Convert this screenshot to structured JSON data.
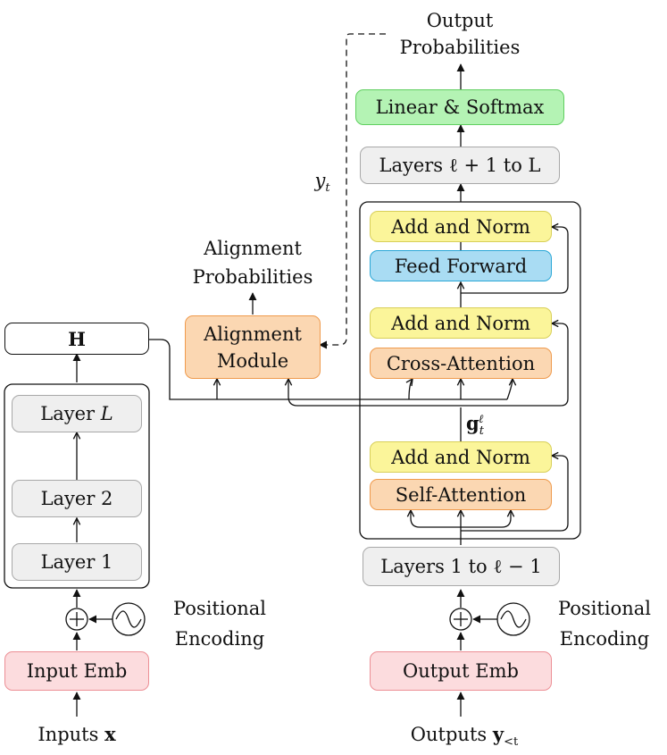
{
  "encoder": {
    "inputs_label": "Inputs",
    "inputs_symbol": "x",
    "input_emb": "Input Emb",
    "positional_encoding": [
      "Positional",
      "Encoding"
    ],
    "layer1": "Layer 1",
    "layer2": "Layer 2",
    "layerL_prefix": "Layer",
    "layerL_var": "L",
    "output_symbol": "H"
  },
  "alignment": {
    "title": [
      "Alignment",
      "Probabilities"
    ],
    "module": [
      "Alignment",
      "Module"
    ],
    "y_label": "y",
    "y_sub": "t"
  },
  "decoder": {
    "outputs_label": "Outputs",
    "outputs_symbol": "y",
    "outputs_sub": "<t",
    "output_emb": "Output Emb",
    "positional_encoding": [
      "Positional",
      "Encoding"
    ],
    "layers_low": "Layers 1 to ℓ − 1",
    "self_attention": "Self-Attention",
    "add_norm_1": "Add and Norm",
    "g_symbol": "g",
    "g_sub": "t",
    "g_sup": "ℓ",
    "cross_attention": "Cross-Attention",
    "add_norm_2": "Add and Norm",
    "feed_forward": "Feed Forward",
    "add_norm_3": "Add and Norm",
    "layers_high": "Layers ℓ + 1 to L",
    "linear_softmax": "Linear & Softmax",
    "output_probs": [
      "Output",
      "Probabilities"
    ]
  }
}
